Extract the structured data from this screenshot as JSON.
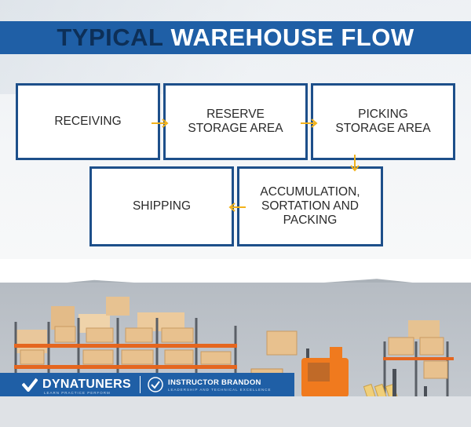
{
  "title": {
    "part1": "TYPICAL",
    "part2": "WAREHOUSE FLOW"
  },
  "flow": {
    "receiving": "RECEIVING",
    "reserve": "RESERVE\nSTORAGE AREA",
    "picking": "PICKING\nSTORAGE AREA",
    "accumulation": "ACCUMULATION,\nSORTATION AND\nPACKING",
    "shipping": "SHIPPING"
  },
  "branding": {
    "company": "DYNATUNERS",
    "company_tagline": "LEARN PRACTICE PERFORM",
    "instructor": "INSTRUCTOR BRANDON",
    "instructor_tagline": "LEADERSHIP AND TECHNICAL EXCELLENCE"
  },
  "colors": {
    "title_bar": "#1f5fa6",
    "title_dark": "#0d2f57",
    "box_border": "#1d4f8a",
    "arrow": "#f2b21b"
  }
}
